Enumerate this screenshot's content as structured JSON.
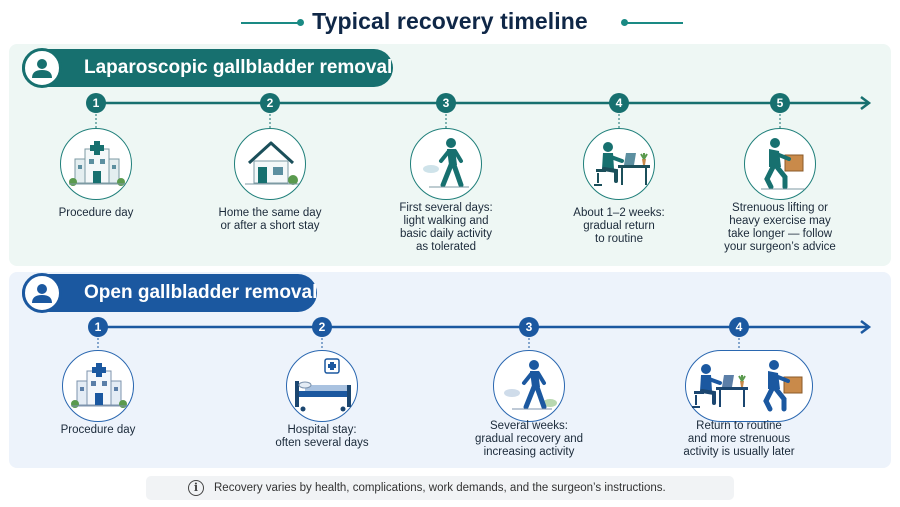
{
  "title": "Typical recovery timeline",
  "colors": {
    "teal": "#17706f",
    "blue": "#1b58a0",
    "title": "#0f2747"
  },
  "sections": [
    {
      "label": "Laparoscopic gallbladder removal",
      "icon": "person-icon",
      "steps": [
        {
          "number": "1",
          "icon": "hospital-icon",
          "caption": "Procedure day"
        },
        {
          "number": "2",
          "icon": "house-icon",
          "caption": "Home the same day\nor after a short stay"
        },
        {
          "number": "3",
          "icon": "walking-person-icon",
          "caption": "First several days:\nlight walking and\nbasic daily activity\nas tolerated"
        },
        {
          "number": "4",
          "icon": "desk-worker-icon",
          "caption": "About 1–2 weeks:\ngradual return\nto routine"
        },
        {
          "number": "5",
          "icon": "lifting-box-icon",
          "caption": "Strenuous lifting or\nheavy exercise may\ntake longer — follow\nyour surgeon’s advice"
        }
      ]
    },
    {
      "label": "Open gallbladder removal",
      "icon": "person-icon",
      "steps": [
        {
          "number": "1",
          "icon": "hospital-icon",
          "caption": "Procedure day"
        },
        {
          "number": "2",
          "icon": "hospital-bed-icon",
          "caption": "Hospital stay:\noften several days"
        },
        {
          "number": "3",
          "icon": "walking-person-icon",
          "caption": "Several weeks:\ngradual recovery and\nincreasing activity"
        },
        {
          "number": "4",
          "icon": "desk-and-lifting-icon",
          "caption": "Return to routine\nand more strenuous\nactivity is usually later"
        }
      ]
    }
  ],
  "footnote": "Recovery varies by health, complications, work demands, and the surgeon’s instructions."
}
